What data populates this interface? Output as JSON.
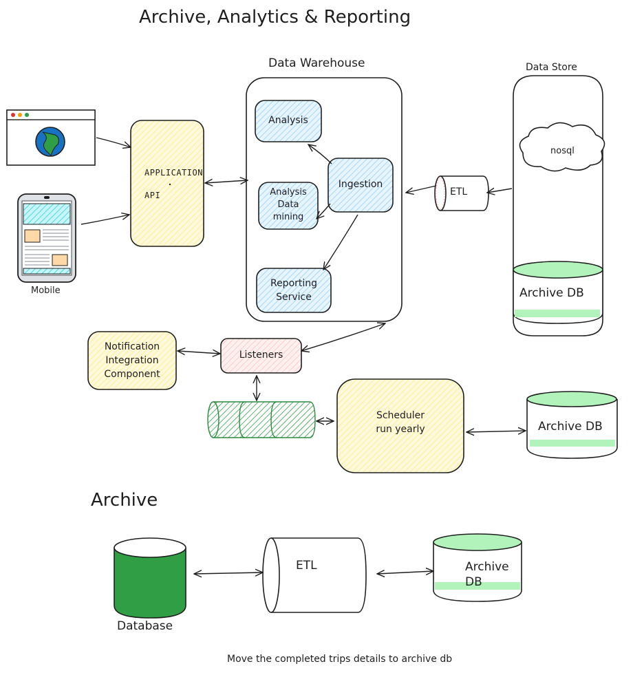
{
  "title": "Archive, Analytics & Reporting",
  "data_warehouse": {
    "label": "Data Warehouse",
    "analysis": "Analysis",
    "analysis_mining": [
      "Analysis",
      "Data",
      "mining"
    ],
    "ingestion": "Ingestion",
    "reporting": [
      "Reporting",
      "Service"
    ]
  },
  "data_store": {
    "label": "Data Store",
    "nosql": "nosql",
    "archive_db": "Archive DB"
  },
  "etl_small": "ETL",
  "app_api": {
    "line1": "APPLICATION",
    "line2": "API"
  },
  "mobile_label": "Mobile",
  "notification": [
    "Notification",
    "Integration",
    "Component"
  ],
  "listeners": "Listeners",
  "scheduler": [
    "Scheduler",
    "run yearly"
  ],
  "archive_db_right": "Archive DB",
  "archive_section": {
    "heading": "Archive",
    "database": "Database",
    "etl": "ETL",
    "archive_db": [
      "Archive",
      "DB"
    ]
  },
  "footer_note": "Move the completed trips details to archive db",
  "colors": {
    "blue_fill": "#a5d8ff",
    "yellow_fill": "#ffec99",
    "pink_fill": "#ffc9c9",
    "green_fill": "#2f9e44",
    "light_green": "#b2f2bb",
    "stroke": "#1e1e1e"
  }
}
